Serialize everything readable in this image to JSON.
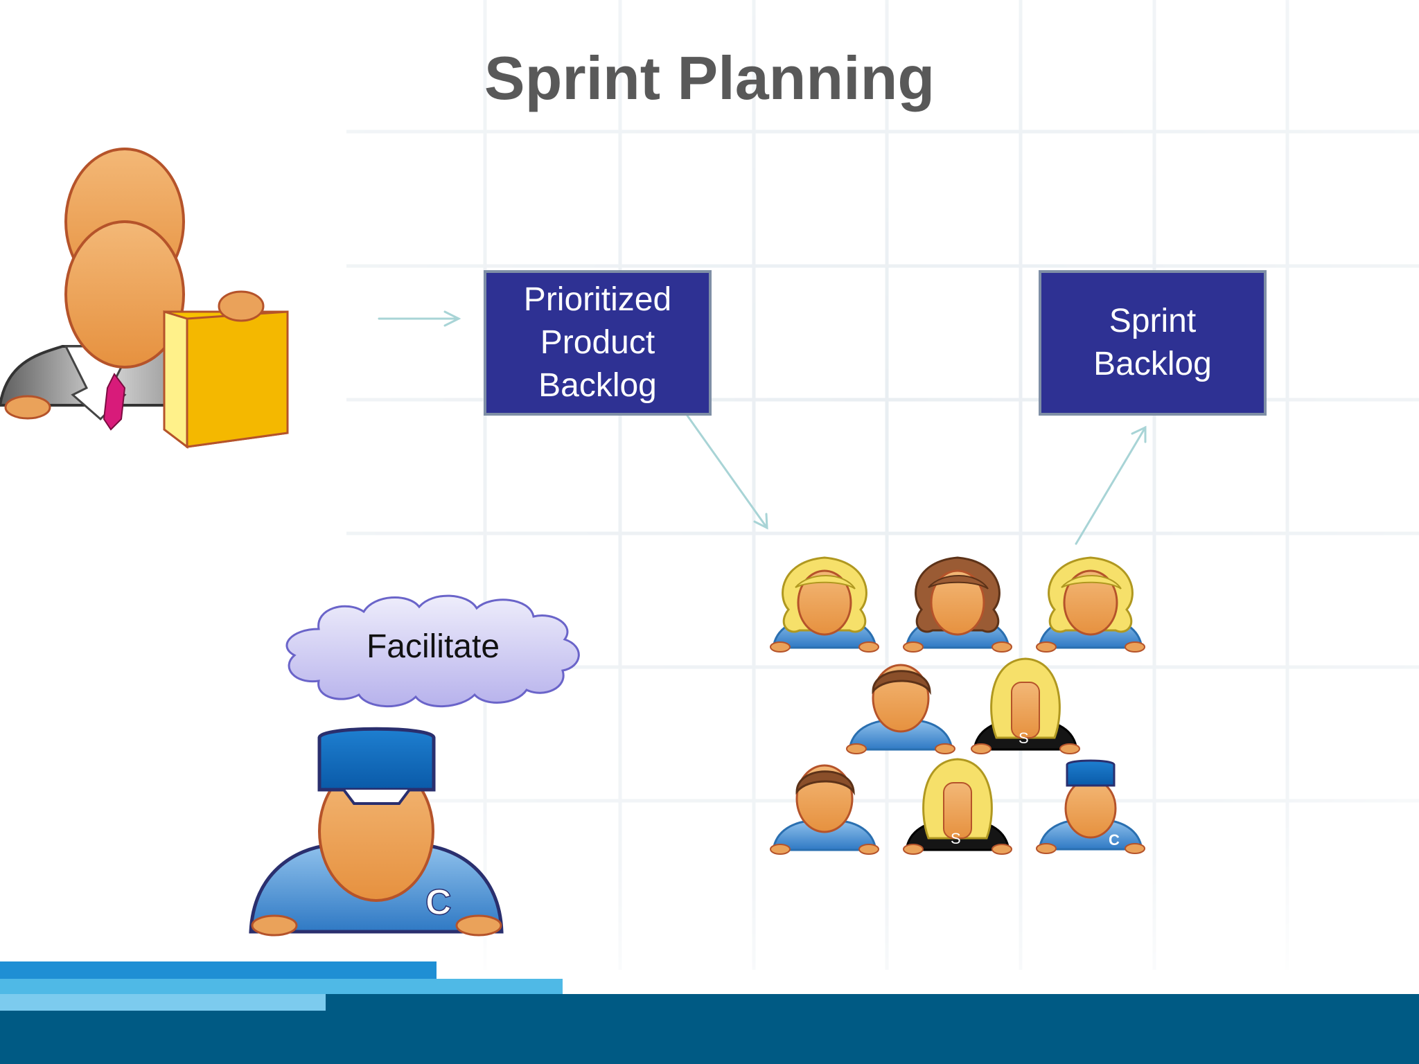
{
  "slide": {
    "title": "Sprint Planning",
    "boxes": {
      "prioritized_product_backlog": [
        "Prioritized",
        "Product",
        "Backlog"
      ],
      "sprint_backlog": [
        "Sprint",
        "Backlog"
      ]
    },
    "cloud": {
      "label": "Facilitate"
    }
  },
  "colors": {
    "title": "#595959",
    "box_fill": "#2e3193",
    "box_border": "#7f8fa6",
    "arrow": "#a8d4d6",
    "cloud_fill": "#c9c6f0",
    "footer_dark": "#005a84",
    "footer_blue": "#1f8fd4",
    "footer_light": "#4fb9e6"
  },
  "icons": [
    "product-owner-icon",
    "scrum-master-icon",
    "team-member-icon",
    "cloud-icon",
    "arrow-icon",
    "box-icon"
  ]
}
